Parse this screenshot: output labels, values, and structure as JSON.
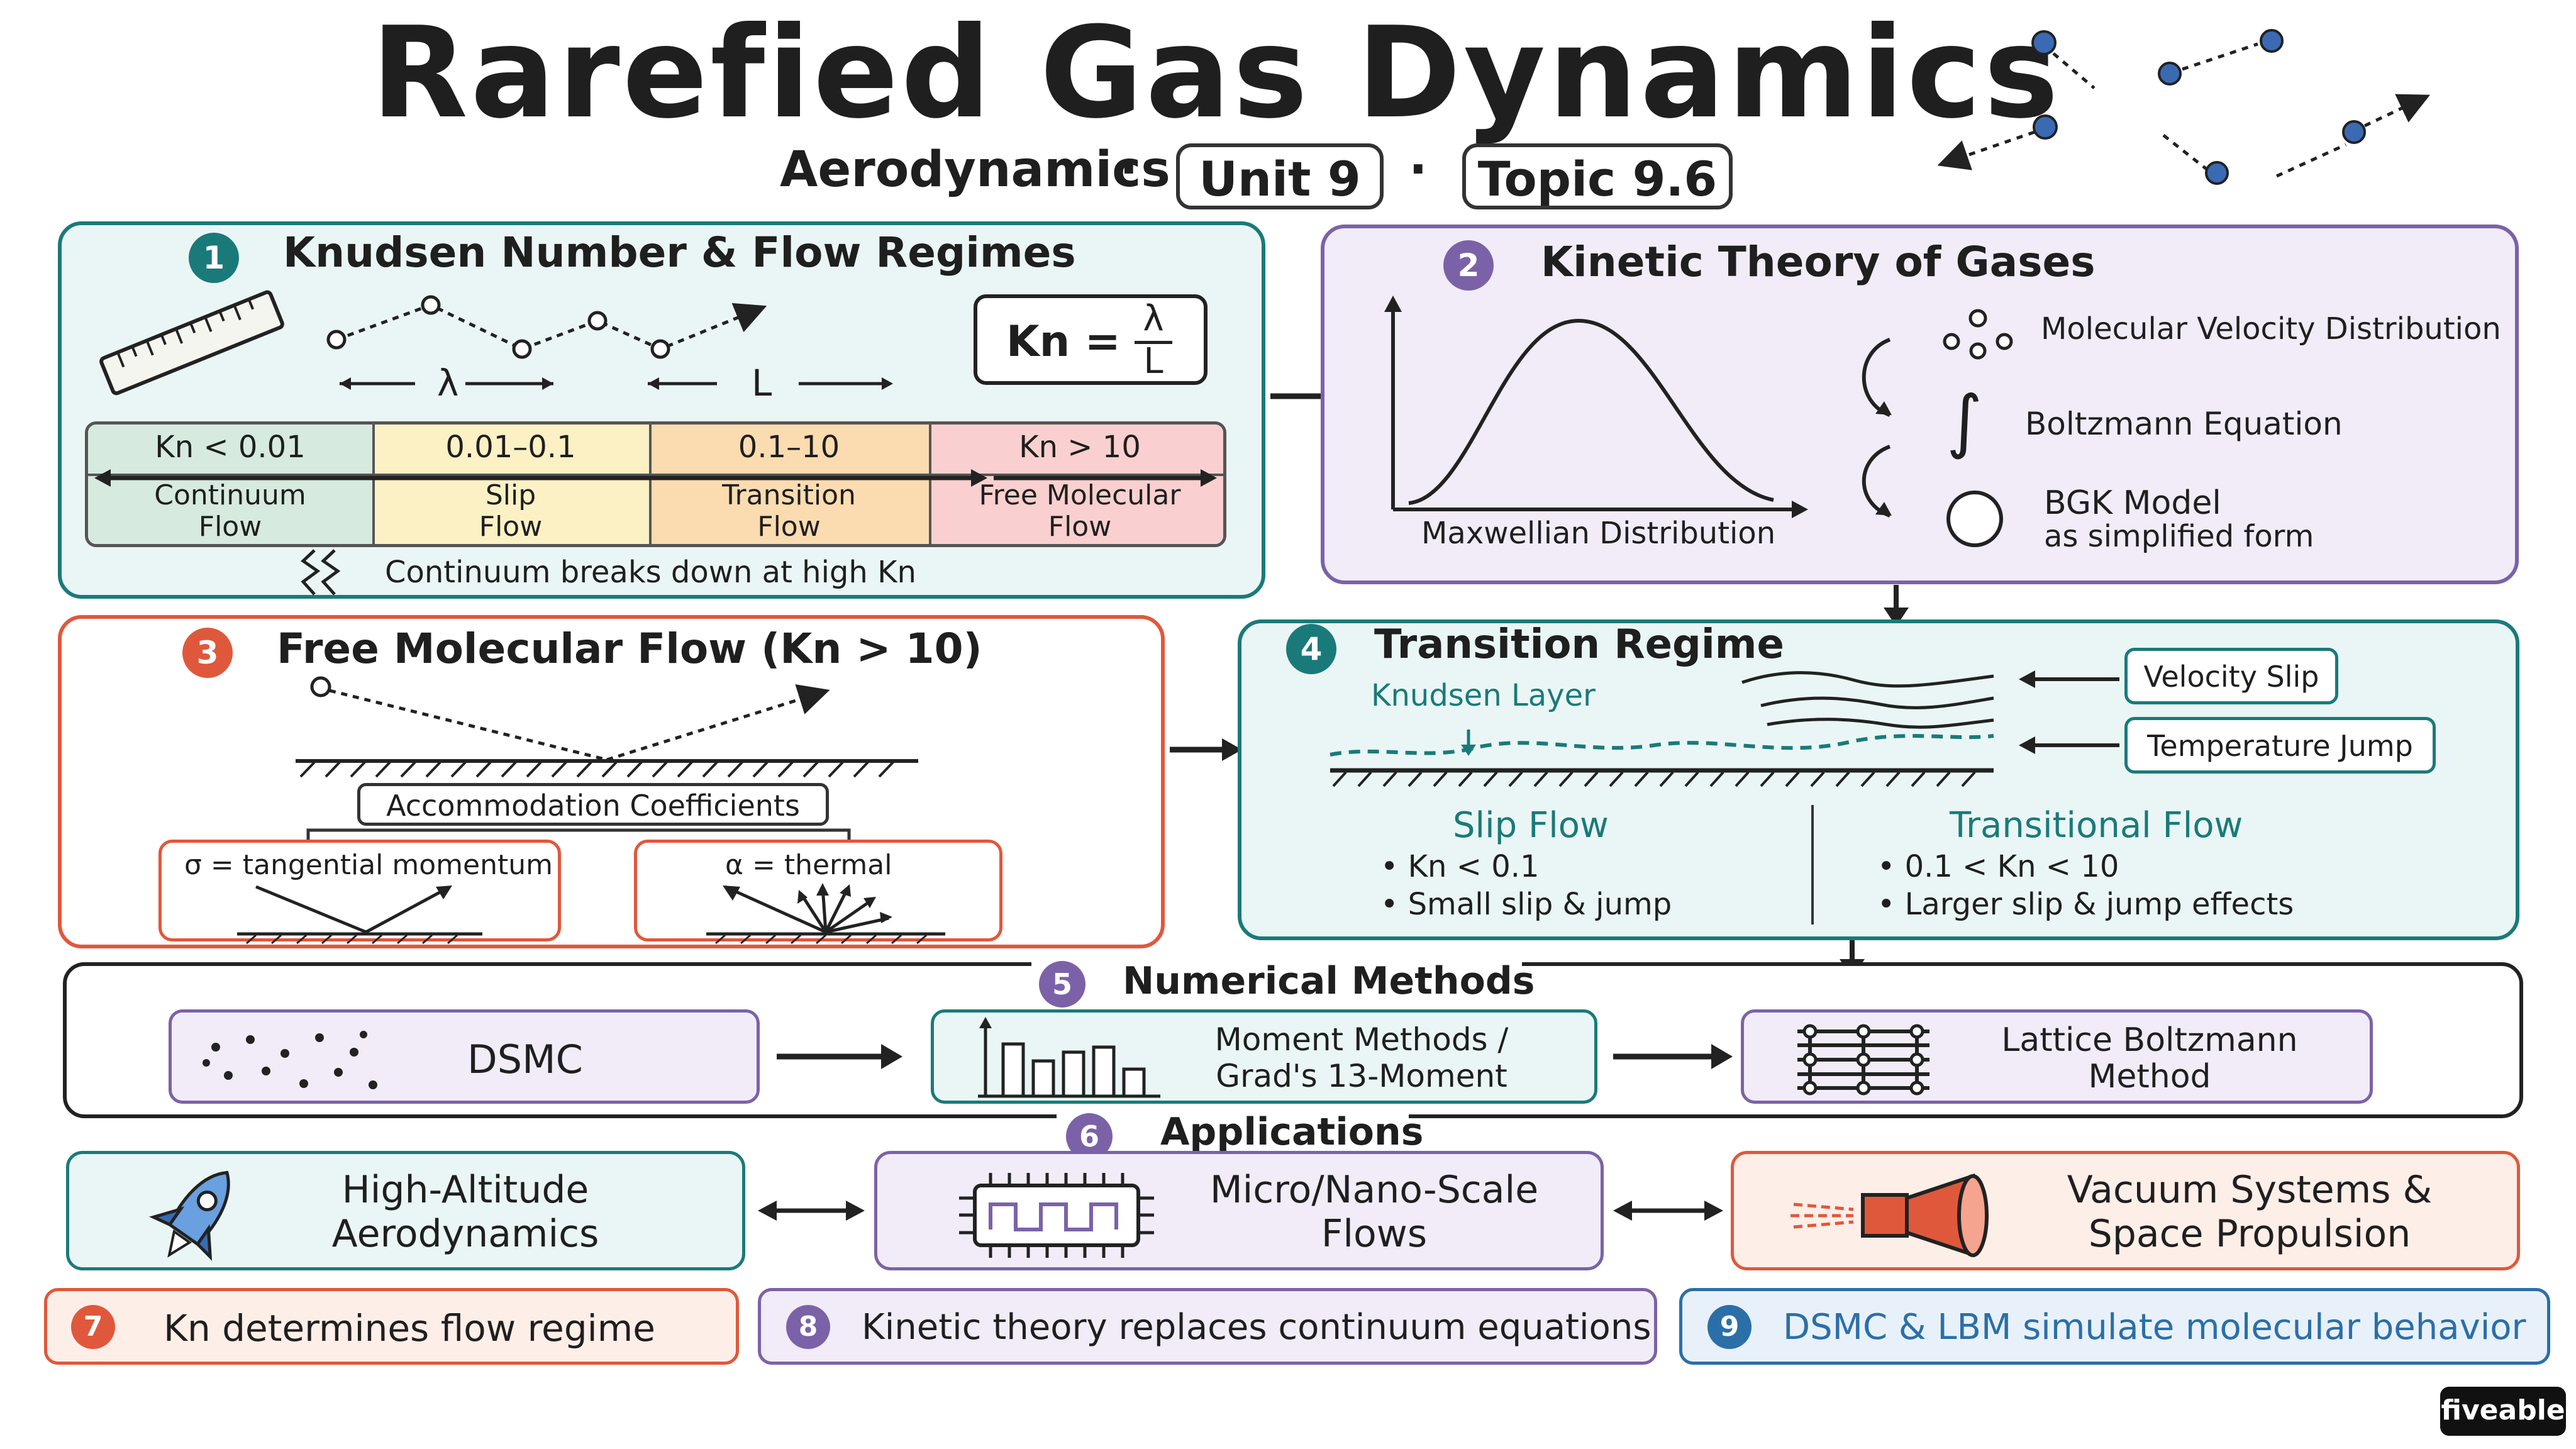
{
  "header": {
    "title": "Rarefied Gas Dynamics",
    "subject": "Aerodynamics",
    "unit": "Unit 9",
    "topic": "Topic 9.6",
    "separator": "·"
  },
  "s1": {
    "num": "1",
    "title": "Knudsen Number & Flow Regimes",
    "formula_lhs": "Kn =",
    "formula_num": "λ",
    "formula_den": "L",
    "lambda_label": "λ",
    "L_label": "L",
    "regimes": [
      {
        "range": "Kn < 0.01",
        "name": "Continuum\nFlow"
      },
      {
        "range": "0.01–0.1",
        "name": "Slip\nFlow"
      },
      {
        "range": "0.1–10",
        "name": "Transition\nFlow"
      },
      {
        "range": "Kn > 10",
        "name": "Free Molecular\nFlow"
      }
    ],
    "note": "Continuum breaks down at high Kn"
  },
  "s2": {
    "num": "2",
    "title": "Kinetic Theory of Gases",
    "curve_label": "Maxwellian Distribution",
    "item1": "Molecular Velocity Distribution",
    "item2": "Boltzmann Equation",
    "item3_line1": "BGK Model",
    "item3_line2": "as simplified form",
    "integral_symbol": "∫"
  },
  "s3": {
    "num": "3",
    "title": "Free Molecular Flow (Kn > 10)",
    "coef_title": "Accommodation Coefficients",
    "sigma": "σ = tangential momentum",
    "alpha": "α = thermal"
  },
  "s4": {
    "num": "4",
    "title": "Transition Regime",
    "knudsen_layer": "Knudsen Layer",
    "velocity_slip": "Velocity Slip",
    "temperature_jump": "Temperature Jump",
    "slip_title": "Slip Flow",
    "slip_b1": "• Kn < 0.1",
    "slip_b2": "• Small slip & jump",
    "trans_title": "Transitional Flow",
    "trans_b1": "• 0.1 < Kn < 10",
    "trans_b2": "• Larger slip & jump effects"
  },
  "s5": {
    "num": "5",
    "title": "Numerical Methods",
    "m1": "DSMC",
    "m2_line1": "Moment Methods /",
    "m2_line2": "Grad's 13-Moment",
    "m3_line1": "Lattice Boltzmann",
    "m3_line2": "Method"
  },
  "s6": {
    "num": "6",
    "title": "Applications",
    "a1_line1": "High-Altitude",
    "a1_line2": "Aerodynamics",
    "a2_line1": "Micro/Nano-Scale",
    "a2_line2": "Flows",
    "a3_line1": "Vacuum Systems &",
    "a3_line2": "Space Propulsion"
  },
  "takeaways": [
    {
      "num": "7",
      "text": "Kn determines flow regime"
    },
    {
      "num": "8",
      "text": "Kinetic theory replaces continuum equations"
    },
    {
      "num": "9",
      "text": "DSMC & LBM simulate molecular behavior"
    }
  ],
  "brand": "fiveable",
  "colors": {
    "teal": "#1a7a7a",
    "tealbg": "#eaf6f5",
    "purple": "#7b62a8",
    "purplebg": "#f1ecf8",
    "red": "#e0583b",
    "redbg": "#fdeee8",
    "blue": "#2b6fa8",
    "regime1": "#d6eadf",
    "regime2": "#fbf1c4",
    "regime3": "#fbdcb0",
    "regime4": "#f9d0cf"
  }
}
